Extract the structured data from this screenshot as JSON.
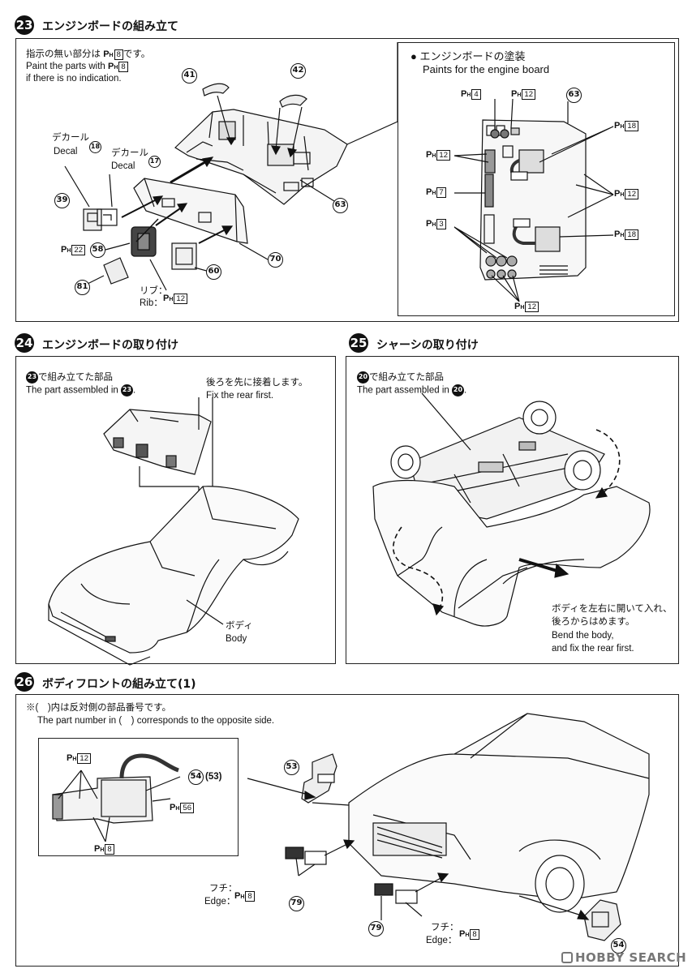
{
  "steps": [
    {
      "number": "23",
      "title": "エンジンボードの組み立て",
      "note_jp": "指示の無い部分は",
      "note_jp_suffix": "です。",
      "note_en1": "Paint the parts with",
      "note_en2": "if there is no indication.",
      "default_color": "8",
      "inset_title_jp": "エンジンボードの塗装",
      "inset_title_en": "Paints for the engine board",
      "decal_labels": [
        {
          "jp": "デカール",
          "en": "Decal",
          "num": "18"
        },
        {
          "jp": "デカール",
          "en": "Decal",
          "num": "17"
        }
      ],
      "rib_jp": "リブ：",
      "rib_en": "Rib：",
      "rib_color": "12",
      "parts": [
        "41",
        "42",
        "63",
        "39",
        "58",
        "81",
        "60",
        "70"
      ],
      "part58_color": "22",
      "inset_part": "63",
      "inset_colors": [
        "4",
        "12",
        "18",
        "12",
        "7",
        "12",
        "3",
        "18",
        "12"
      ]
    },
    {
      "number": "24",
      "title": "エンジンボードの取り付け",
      "ref_step": "23",
      "ref_jp": "で組み立てた部品",
      "ref_en": "The part assembled in",
      "ref_en_suffix": ".",
      "rear_jp": "後ろを先に接着します。",
      "rear_en": "Fix the rear first.",
      "body_jp": "ボディ",
      "body_en": "Body"
    },
    {
      "number": "25",
      "title": "シャーシの取り付け",
      "ref_step": "20",
      "ref_jp": "で組み立てた部品",
      "ref_en": "The part assembled in",
      "ref_en_suffix": ".",
      "bend_jp1": "ボディを左右に開いて入れ、",
      "bend_jp2": "後ろからはめます。",
      "bend_en1": "Bend the body,",
      "bend_en2": "and fix the rear first."
    },
    {
      "number": "26",
      "title": "ボディフロントの組み立て(1)",
      "note_jp": "※(　)内は反対側の部品番号です。",
      "note_en": "The part number in (　) corresponds to the opposite side.",
      "parts": [
        "53",
        "54",
        "79",
        "79",
        "54"
      ],
      "pair_label": "(53)",
      "inset_colors": [
        "12",
        "56",
        "8"
      ],
      "edge_jp": "フチ：",
      "edge_en": "Edge：",
      "edge_color": "8"
    }
  ],
  "ph_prefix": "P",
  "ph_sub": "H",
  "watermark": "HOBBY SEARCH"
}
